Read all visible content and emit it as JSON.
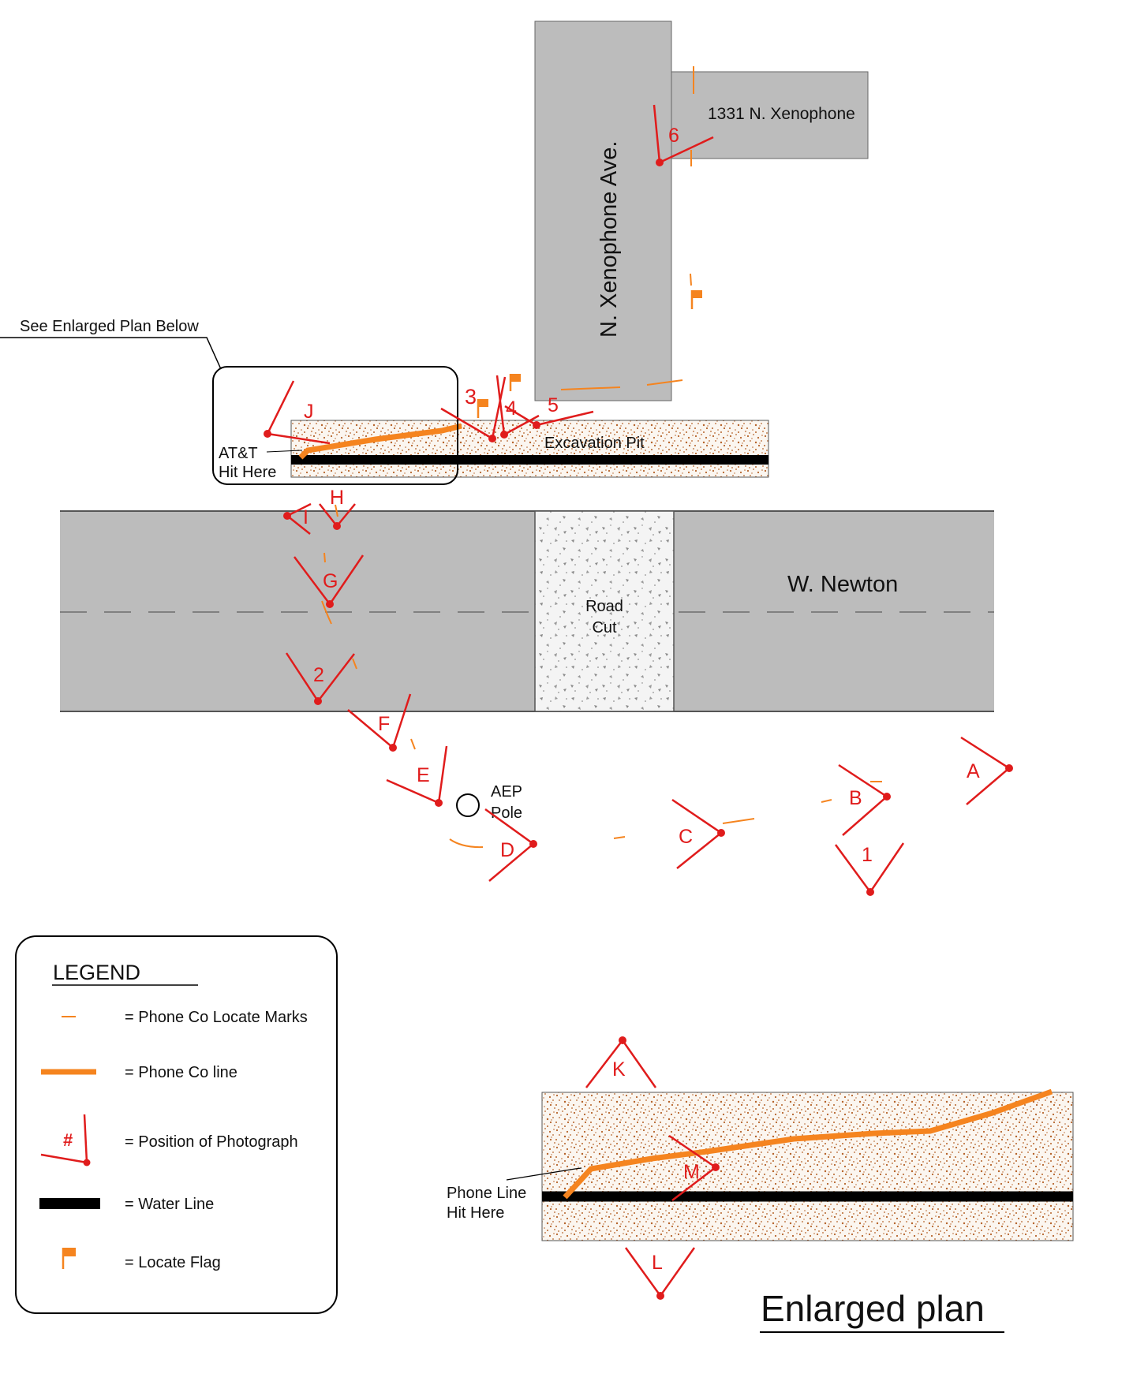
{
  "colors": {
    "road": "#bcbcbc",
    "photo_marker": "#e01c1c",
    "phone_line": "#f5841f",
    "water_line": "#000000",
    "excavation_speckle": "#b5632a"
  },
  "labels": {
    "street_ns": "N. Xenophone Ave.",
    "street_ew": "W. Newton",
    "building": "1331 N. Xenophone",
    "excavation": "Excavation Pit",
    "road_cut_1": "Road",
    "road_cut_2": "Cut",
    "aep_1": "AEP",
    "aep_2": "Pole",
    "att_1": "AT&T",
    "att_2": "Hit Here",
    "see_enlarged": "See Enlarged Plan Below",
    "phone_hit_1": "Phone Line",
    "phone_hit_2": "Hit Here",
    "enlarged_title": "Enlarged plan"
  },
  "markers": {
    "a": "A",
    "b": "B",
    "c": "C",
    "d": "D",
    "e": "E",
    "f": "F",
    "g": "G",
    "h": "H",
    "i": "I",
    "j": "J",
    "k": "K",
    "l": "L",
    "m": "M",
    "n1": "1",
    "n2": "2",
    "n3": "3",
    "n4": "4",
    "n5": "5",
    "n6": "6"
  },
  "legend": {
    "title": "LEGEND",
    "marks": "= Phone Co Locate Marks",
    "line": "= Phone Co line",
    "photo_symbol": "#",
    "photo": "= Position of Photograph",
    "water": "= Water Line",
    "flag": "= Locate Flag"
  }
}
